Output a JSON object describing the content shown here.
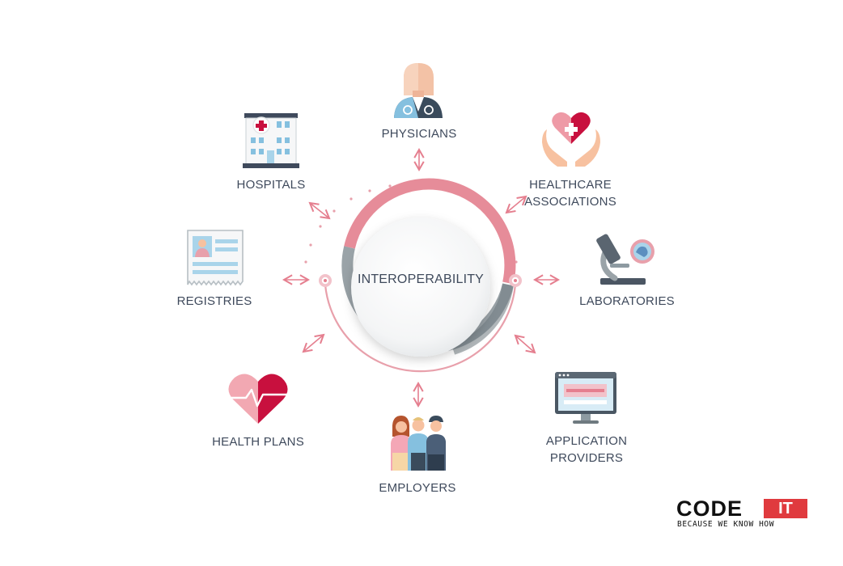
{
  "center": {
    "label": "INTEROPERABILITY"
  },
  "nodes": [
    {
      "id": "physicians",
      "label": "PHYSICIANS",
      "icon": "doctor-icon"
    },
    {
      "id": "healthcare-associations",
      "label": "HEALTHCARE\nASSOCIATIONS",
      "icon": "heart-in-hands-icon"
    },
    {
      "id": "laboratories",
      "label": "LABORATORIES",
      "icon": "microscope-icon"
    },
    {
      "id": "application-providers",
      "label": "APPLICATION\nPROVIDERS",
      "icon": "monitor-icon"
    },
    {
      "id": "employers",
      "label": "EMPLOYERS",
      "icon": "people-group-icon"
    },
    {
      "id": "health-plans",
      "label": "HEALTH PLANS",
      "icon": "heartbeat-icon"
    },
    {
      "id": "registries",
      "label": "REGISTRIES",
      "icon": "id-card-icon"
    },
    {
      "id": "hospitals",
      "label": "HOSPITALS",
      "icon": "hospital-building-icon"
    }
  ],
  "logo": {
    "name": "CODE",
    "badge": "IT",
    "tagline": "BECAUSE WE KNOW HOW"
  },
  "colors": {
    "accent": "#e57f8f",
    "crimson": "#c8103e",
    "text": "#3f4a5c",
    "gray": "#8d9aa1",
    "light_blue": "#a9d4ea"
  }
}
